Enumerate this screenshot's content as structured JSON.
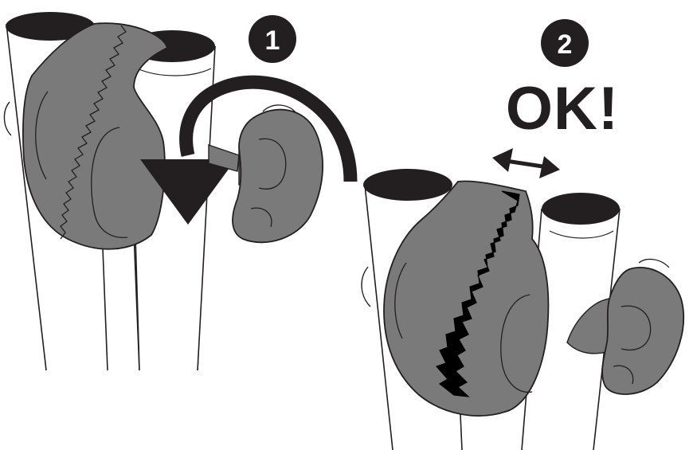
{
  "steps": [
    {
      "number": "1"
    },
    {
      "number": "2",
      "status": "OK!"
    }
  ],
  "colors": {
    "clamp_body": "#7a7a7a",
    "outline": "#231f20",
    "tube_fill": "#ffffff",
    "tube_cap": "#231f20",
    "teeth_engaged": "#000000"
  },
  "icons": {
    "step1_rotate": "curved-rotate-arrow-icon",
    "step1_push": "down-arrow-icon",
    "step2_adjust": "double-headed-arrow-icon"
  }
}
